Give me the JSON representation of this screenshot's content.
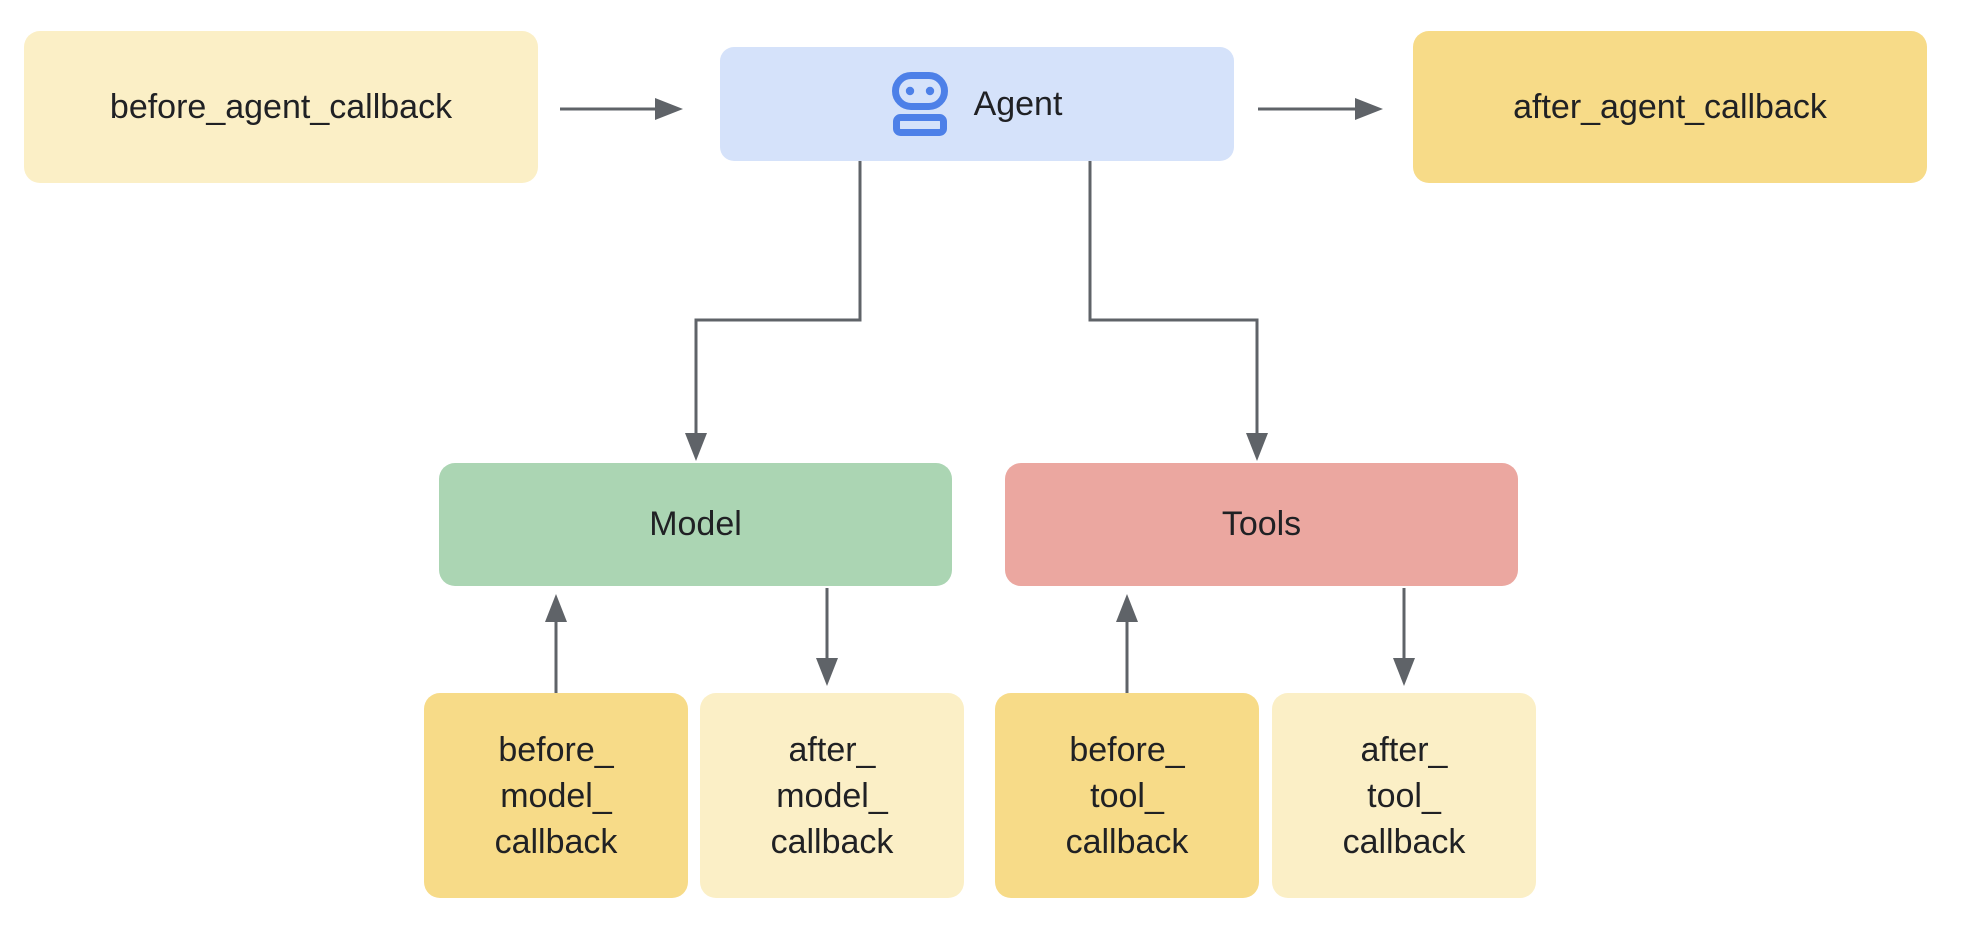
{
  "colors": {
    "light_yellow": "#FBEFC6",
    "dark_yellow": "#F7DB88",
    "agent_blue_bg": "#D5E2FA",
    "robot_blue": "#4D80E8",
    "model_green": "#ABD5B3",
    "tools_red": "#EBA7A0",
    "arrow_gray": "#5F6368",
    "text_dark": "#202124"
  },
  "nodes": {
    "before_agent": {
      "label": "before_agent_callback"
    },
    "agent": {
      "label": "Agent",
      "icon": "robot-icon"
    },
    "after_agent": {
      "label": "after_agent_callback"
    },
    "model": {
      "label": "Model"
    },
    "tools": {
      "label": "Tools"
    },
    "before_model": {
      "lines": [
        "before_",
        "model_",
        "callback"
      ]
    },
    "after_model": {
      "lines": [
        "after_",
        "model_",
        "callback"
      ]
    },
    "before_tool": {
      "lines": [
        "before_",
        "tool_",
        "callback"
      ]
    },
    "after_tool": {
      "lines": [
        "after_",
        "tool_",
        "callback"
      ]
    }
  },
  "edges": [
    {
      "from": "before_agent_callback",
      "to": "Agent"
    },
    {
      "from": "Agent",
      "to": "after_agent_callback"
    },
    {
      "from": "Agent",
      "to": "Model"
    },
    {
      "from": "Agent",
      "to": "Tools"
    },
    {
      "from": "before_model_callback",
      "to": "Model"
    },
    {
      "from": "Model",
      "to": "after_model_callback"
    },
    {
      "from": "before_tool_callback",
      "to": "Tools"
    },
    {
      "from": "Tools",
      "to": "after_tool_callback"
    }
  ]
}
